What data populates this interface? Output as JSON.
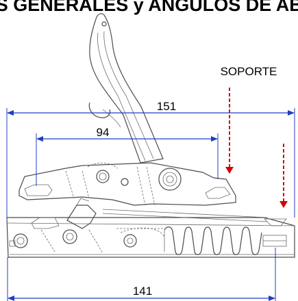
{
  "header_text": "AS GENERALES y ANGULOS DE ABE",
  "labels": {
    "support": "SOPORTE"
  },
  "dimensions": {
    "overall_top": "151",
    "inner_top": "94",
    "overall_bottom": "141"
  },
  "colors": {
    "dimension_line": "#1f3fc4",
    "support_arrow": "#d40000",
    "part_outline": "#4a4a4a"
  }
}
